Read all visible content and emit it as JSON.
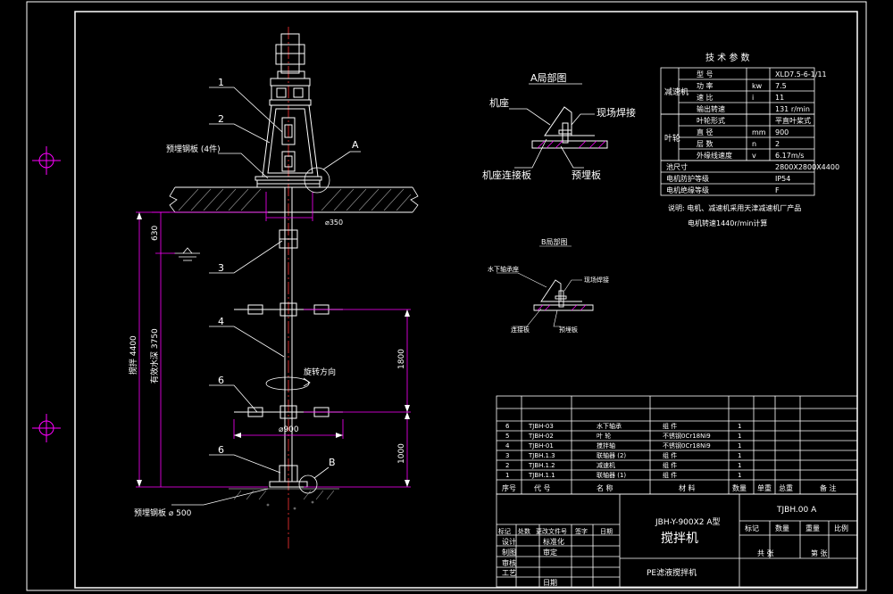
{
  "callouts": {
    "c1": "1",
    "c2": "2",
    "c3": "3",
    "c4": "4",
    "c5": "6",
    "c6": "6",
    "cA": "A",
    "cB": "B"
  },
  "labels": {
    "embed_plate": "预埋钢板 (4件)",
    "foundation_plate": "预埋钢板 ⌀ 500",
    "dim_350": "⌀350",
    "dim_900": "⌀900",
    "dim_630": "630",
    "dim_1800": "1800",
    "dim_1000": "1000",
    "dim_total": "搅拌 4400",
    "dim_depth": "有效水深 3750",
    "rotation": "旋转方向"
  },
  "detail_a": {
    "title": "A局部图",
    "base": "机座",
    "weld": "现场焊接",
    "connect_plate": "机座连接板",
    "embed_plate": "预埋板"
  },
  "detail_b": {
    "title": "B局部图",
    "bearing": "水下轴承座",
    "weld": "现场焊接",
    "connect_plate": "连接板",
    "embed_plate": "预埋板"
  },
  "tech": {
    "title": "技 术 参 数",
    "groups": {
      "reducer": "减速机",
      "impeller": "叶轮"
    },
    "rows": [
      {
        "name": "型 号",
        "unit": "",
        "value": "XLD7.5-6-1/11"
      },
      {
        "name": "功 率",
        "unit": "kw",
        "value": "7.5"
      },
      {
        "name": "速 比",
        "unit": "i",
        "value": "11"
      },
      {
        "name": "输出转速",
        "unit": "",
        "value": "131 r/min"
      },
      {
        "name": "叶轮形式",
        "unit": "",
        "value": "平直叶桨式"
      },
      {
        "name": "直 径",
        "unit": "mm",
        "value": "900"
      },
      {
        "name": "层 数",
        "unit": "n",
        "value": "2"
      },
      {
        "name": "外缘线速度",
        "unit": "v",
        "value": "6.17m/s"
      },
      {
        "name": "池尺寸",
        "unit": "",
        "value": "2800X2800X4400"
      },
      {
        "name": "电机防护等级",
        "unit": "",
        "value": "IP54"
      },
      {
        "name": "电机绝缘等级",
        "unit": "",
        "value": "F"
      }
    ],
    "note1": "说明: 电机、减速机采用天津减速机厂产品",
    "note2": "电机转速1440r/min计算"
  },
  "parts": [
    {
      "no": "6",
      "code": "TJBH-03",
      "name": "水下轴承",
      "material": "组 件",
      "qty": "1"
    },
    {
      "no": "5",
      "code": "TJBH-02",
      "name": "叶 轮",
      "material": "不锈钢0Cr18Ni9",
      "qty": "1"
    },
    {
      "no": "4",
      "code": "TJBH-01",
      "name": "搅拌轴",
      "material": "不锈钢0Cr18Ni9",
      "qty": "1"
    },
    {
      "no": "3",
      "code": "TJBH.1.3",
      "name": "联轴器 (2)",
      "material": "组 件",
      "qty": "1"
    },
    {
      "no": "2",
      "code": "TJBH.1.2",
      "name": "减速机",
      "material": "组 件",
      "qty": "1"
    },
    {
      "no": "1",
      "code": "TJBH.1.1",
      "name": "联轴器 (1)",
      "material": "组 件",
      "qty": "1"
    }
  ],
  "parts_header": {
    "no": "序号",
    "code": "代 号",
    "name": "名 称",
    "material": "材 料",
    "qty": "数量",
    "unit_w": "单重",
    "total_w": "总重",
    "remark": "备 注"
  },
  "title_block": {
    "drawing_no": "TJBH.00 A",
    "project": "JBH-Y-900X2 A型",
    "name": "搅拌机",
    "company": "PE滤液搅拌机",
    "mark": "标记",
    "qty": "数量",
    "weight": "重量",
    "ratio": "比例",
    "sheets": "共 张",
    "sheet": "第 张",
    "r1": [
      "标记",
      "处数",
      "更改文件号",
      "签字",
      "日期"
    ],
    "design": "设计",
    "std": "标准化",
    "draw": "制图",
    "check": "审定",
    "audit": "审核",
    "process": "工艺",
    "date": "日期"
  }
}
